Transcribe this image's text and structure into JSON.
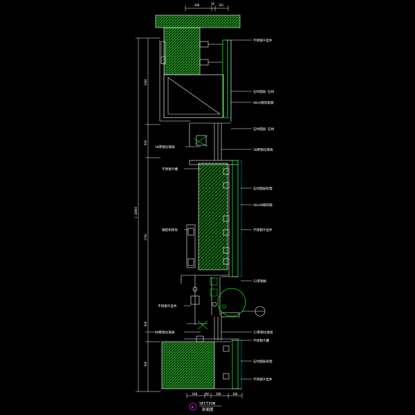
{
  "drawing": {
    "section_title": "SECTION",
    "section_subtitle": "剖面图",
    "section_marker": "A",
    "detail_marker": "",
    "top_dims": [
      "300",
      "10",
      "181"
    ],
    "left_dims": [
      "1000",
      "600",
      "1700",
      "600",
      "900"
    ],
    "overall_dim": "1-18000",
    "bottom_dims": [
      "640",
      "60",
      "180",
      "100"
    ],
    "labels_right": [
      "不锈钢干挂件",
      "石材面层-石材",
      "40x4镀锌角钢",
      "石材面层-石材",
      "10厚钢化玻璃",
      "石材面层处理",
      "40x40镀锌钢",
      "不锈钢干挂件",
      "12厚钢板",
      "12厚钢化玻璃",
      "不锈钢卡槽",
      "石材面层处理",
      "不锈钢干挂件"
    ],
    "labels_left": [
      "10厚钢化玻璃",
      "不锈钢卡槽",
      "钢结构骨架",
      "不锈钢干挂件",
      "12厚钢化玻璃"
    ]
  },
  "colors": {
    "background": "#000000",
    "concrete_hatch": "#1fa31f",
    "white_line": "#ffffff",
    "green_line": "#00ff00",
    "cyan_line": "#00e0e0",
    "magenta": "#ff00ff",
    "grey": "#b0b0b0"
  }
}
